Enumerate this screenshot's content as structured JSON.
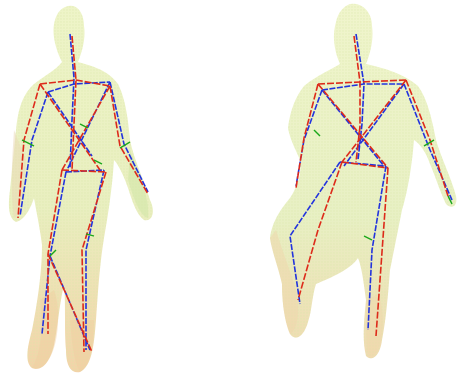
{
  "figure": {
    "panels": [
      {
        "id": "left",
        "subject": "point-cloud-human-front-pose"
      },
      {
        "id": "right",
        "subject": "point-cloud-human-walking-pose"
      }
    ],
    "legend_colors": {
      "predicted_skeleton": "#dd2a1a",
      "ground_truth_skeleton": "#2233dd",
      "joint_orientation": "#1aa81a",
      "point_cloud_light": "#eef5cf",
      "point_cloud_mid": "#dfe9b0",
      "point_cloud_warm": "#efd7a6"
    }
  }
}
